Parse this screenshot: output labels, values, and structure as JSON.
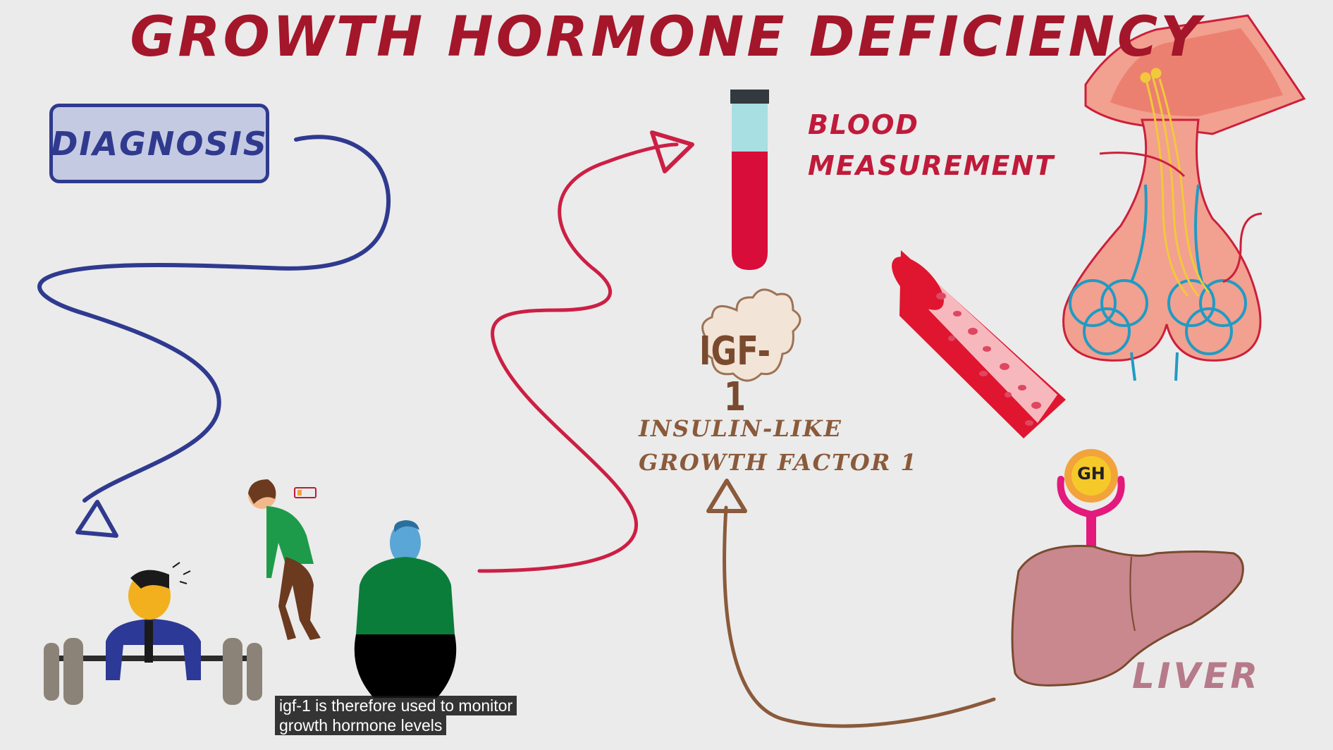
{
  "title": "GROWTH HORMONE DEFICIENCY",
  "diagnosis": {
    "label": "DIAGNOSIS"
  },
  "blood": {
    "line1": "BLOOD",
    "line2": "MEASUREMENT"
  },
  "igf": {
    "badge": "IGF-1",
    "line1": "INSULIN-LIKE",
    "line2": "GROWTH FACTOR 1"
  },
  "liver": {
    "label": "LIVER",
    "hormone": "GH"
  },
  "caption": {
    "line1": "igf-1 is therefore used to monitor",
    "line2": "growth hormone levels"
  },
  "colors": {
    "title": "#a4162a",
    "diagnosis": "#2f3a8f",
    "blood": "#c01a3a",
    "igf": "#8a5a3b",
    "liver": "#b67a8a",
    "background": "#ebebeb"
  }
}
